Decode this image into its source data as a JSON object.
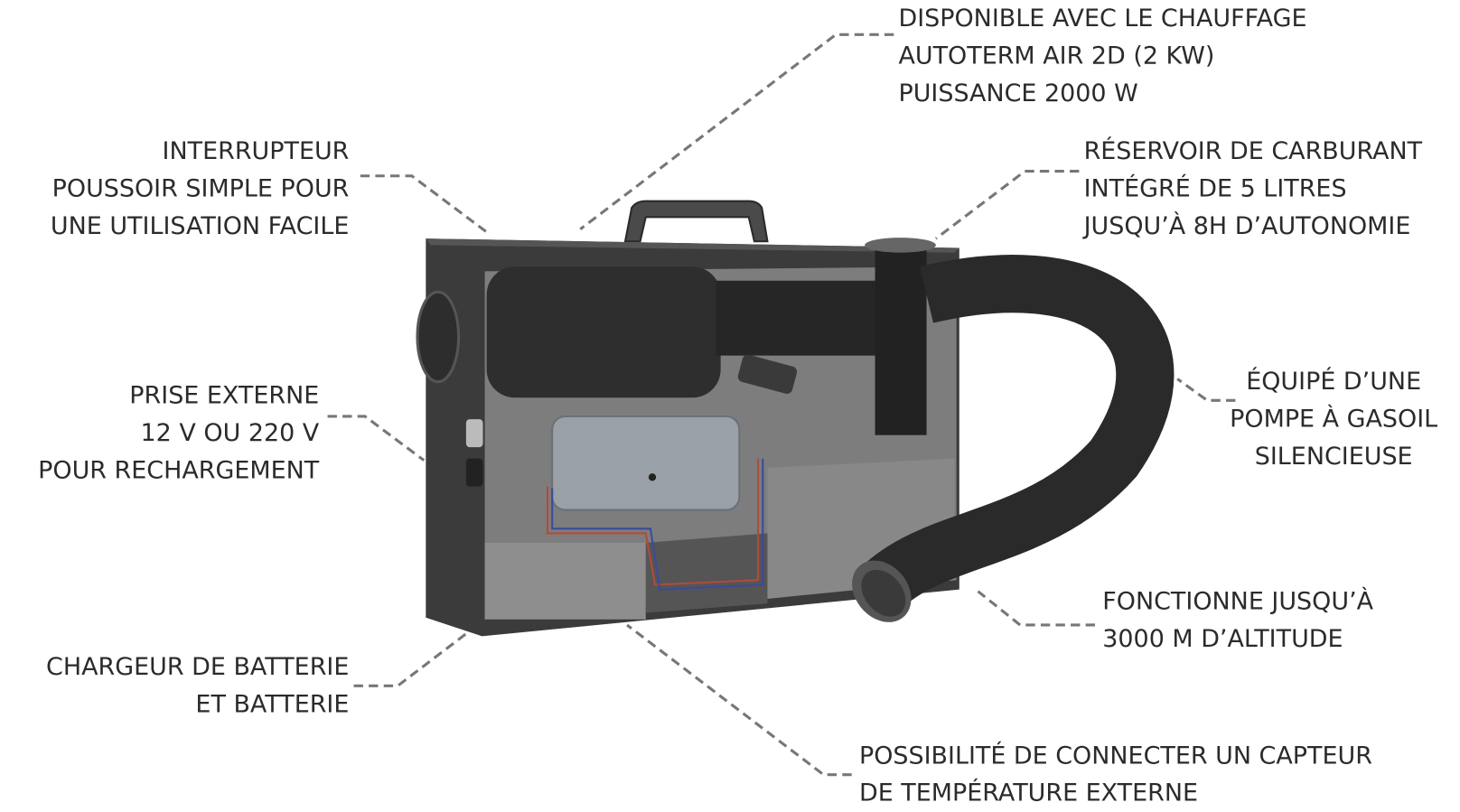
{
  "callouts": {
    "heater": [
      "DISPONIBLE AVEC LE CHAUFFAGE",
      "AUTOTERM AIR 2D (2 KW)",
      "PUISSANCE 2000 W"
    ],
    "switch": [
      "INTERRUPTEUR",
      "POUSSOIR SIMPLE POUR",
      "UNE UTILISATION FACILE"
    ],
    "tank": [
      "RÉSERVOIR DE CARBURANT",
      "INTÉGRÉ DE 5 LITRES",
      "JUSQU’À 8H D’AUTONOMIE"
    ],
    "socket": [
      "PRISE EXTERNE",
      "12 V OU 220 V",
      "POUR RECHARGEMENT"
    ],
    "pump": [
      "ÉQUIPÉ D’UNE",
      "POMPE À GASOIL",
      "SILENCIEUSE"
    ],
    "altitude": [
      "FONCTIONNE JUSQU’À",
      "3000 M D’ALTITUDE"
    ],
    "charger": [
      "CHARGEUR DE BATTERIE",
      "ET BATTERIE"
    ],
    "sensor": [
      "POSSIBILITÉ DE CONNECTER UN CAPTEUR",
      "DE TEMPÉRATURE EXTERNE"
    ]
  }
}
